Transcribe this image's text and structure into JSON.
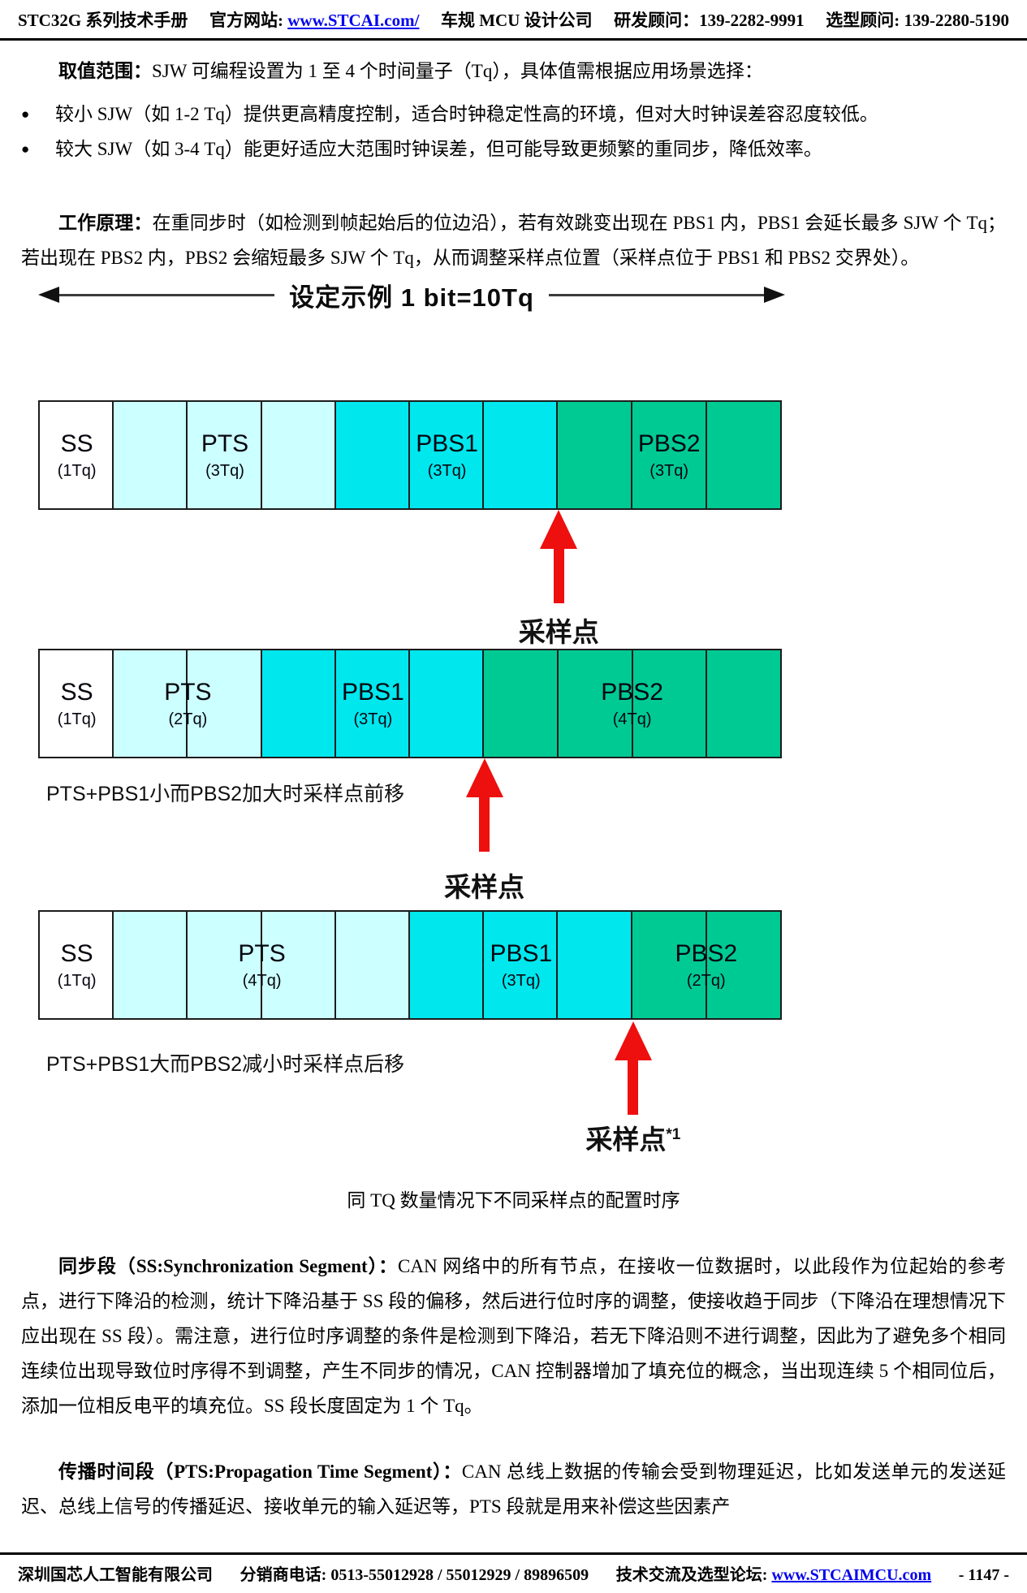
{
  "header": {
    "manual": "STC32G 系列技术手册",
    "site_label": "官方网站: ",
    "site_url": "www.STCAI.com/",
    "company_type": "车规 MCU 设计公司",
    "rd_contact": "研发顾问：139-2282-9991",
    "sel_contact": "选型顾问: 139-2280-5190"
  },
  "content": {
    "p1_lead": "取值范围：",
    "p1": "SJW 可编程设置为 1 至 4 个时间量子（Tq），具体值需根据应用场景选择：",
    "bullets": [
      "较小 SJW（如 1-2 Tq）提供更高精度控制，适合时钟稳定性高的环境，但对大时钟误差容忍度较低。",
      "较大 SJW（如 3-4 Tq）能更好适应大范围时钟误差，但可能导致更频繁的重同步，降低效率。"
    ],
    "p2_lead": "工作原理：",
    "p2": "在重同步时（如检测到帧起始后的位边沿），若有效跳变出现在 PBS1 内，PBS1 会延长最多 SJW 个 Tq；若出现在 PBS2 内，PBS2 会缩短最多 SJW 个 Tq，从而调整采样点位置（采样点位于 PBS1 和 PBS2 交界处）。",
    "fig_caption": "同 TQ 数量情况下不同采样点的配置时序",
    "p3_lead": "同步段（SS:Synchronization Segment）：",
    "p3": "CAN 网络中的所有节点，在接收一位数据时，以此段作为位起始的参考点，进行下降沿的检测，统计下降沿基于 SS 段的偏移，然后进行位时序的调整，使接收趋于同步（下降沿在理想情况下应出现在 SS 段）。需注意，进行位时序调整的条件是检测到下降沿，若无下降沿则不进行调整，因此为了避免多个相同连续位出现导致位时序得不到调整，产生不同步的情况，CAN 控制器增加了填充位的概念，当出现连续 5 个相同位后，添加一位相反电平的填充位。SS 段长度固定为 1 个 Tq。",
    "p4_lead": "传播时间段（PTS:Propagation Time Segment）：",
    "p4": "CAN 总线上数据的传输会受到物理延迟，比如发送单元的发送延迟、总线上信号的传播延迟、接收单元的输入延迟等，PTS 段就是用来补偿这些因素产"
  },
  "diagram": {
    "title": "设定示例 1 bit=10Tq",
    "colors": {
      "SS": "#ffffff",
      "PTS": "#ccffff",
      "PBS1": "#00e7ee",
      "PBS2": "#00ca94"
    },
    "bars": [
      {
        "segments": [
          {
            "name": "SS",
            "tq": 1,
            "tq_label": "(1Tq)"
          },
          {
            "name": "PTS",
            "tq": 3,
            "tq_label": "(3Tq)"
          },
          {
            "name": "PBS1",
            "tq": 3,
            "tq_label": "(3Tq)"
          },
          {
            "name": "PBS2",
            "tq": 3,
            "tq_label": "(3Tq)"
          }
        ],
        "sample_point_pct": 70,
        "sample_label": "采样点",
        "sample_label_sup": "",
        "caption": ""
      },
      {
        "segments": [
          {
            "name": "SS",
            "tq": 1,
            "tq_label": "(1Tq)"
          },
          {
            "name": "PTS",
            "tq": 2,
            "tq_label": "(2Tq)"
          },
          {
            "name": "PBS1",
            "tq": 3,
            "tq_label": "(3Tq)"
          },
          {
            "name": "PBS2",
            "tq": 4,
            "tq_label": "(4Tq)"
          }
        ],
        "sample_point_pct": 60,
        "sample_label": "采样点",
        "sample_label_sup": "",
        "caption": "PTS+PBS1小而PBS2加大时采样点前移"
      },
      {
        "segments": [
          {
            "name": "SS",
            "tq": 1,
            "tq_label": "(1Tq)"
          },
          {
            "name": "PTS",
            "tq": 4,
            "tq_label": "(4Tq)"
          },
          {
            "name": "PBS1",
            "tq": 3,
            "tq_label": "(3Tq)"
          },
          {
            "name": "PBS2",
            "tq": 2,
            "tq_label": "(2Tq)"
          }
        ],
        "sample_point_pct": 80,
        "sample_label": "采样点",
        "sample_label_sup": "*1",
        "caption": "PTS+PBS1大而PBS2减小时采样点后移"
      }
    ]
  },
  "footer": {
    "company": "深圳国芯人工智能有限公司",
    "phone_label": "分销商电话: ",
    "phones": "0513-55012928 / 55012929 / 89896509",
    "forum_label": "技术交流及选型论坛: ",
    "forum_url": "www.STCAIMCU.com",
    "page_no": "- 1147 -"
  }
}
